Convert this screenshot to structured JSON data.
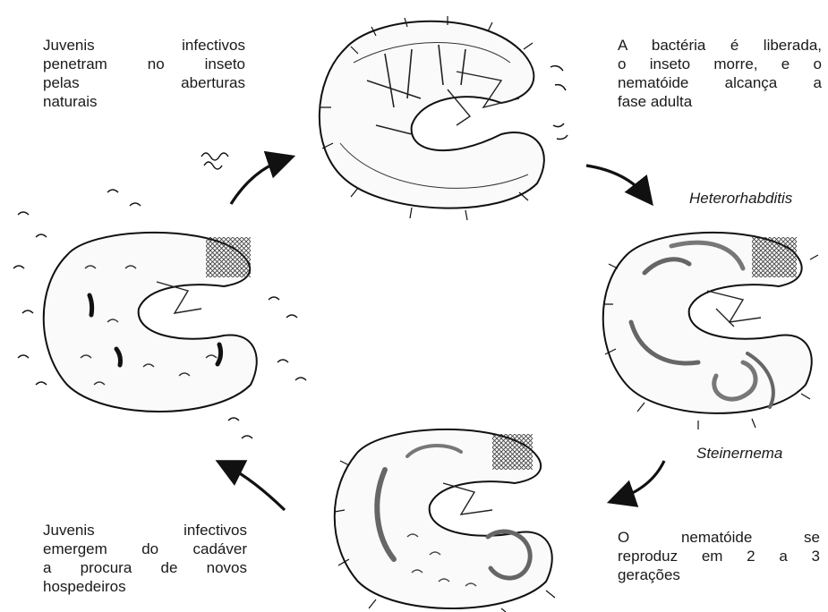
{
  "captions": {
    "penetrate": [
      "Juvenis infectivos",
      "penetram no inseto",
      "pelas aberturas",
      "naturais"
    ],
    "release": [
      "A bactéria é liberada,",
      "o inseto morre, e o",
      "nematóide alcança a",
      "fase adulta"
    ],
    "reproduce": [
      "O nematóide se",
      "reproduz em 2 a 3",
      "gerações"
    ],
    "emerge": [
      "Juvenis infectivos",
      "emergem do cadáver",
      "a procura de novos",
      "hospedeiros"
    ]
  },
  "genera": {
    "heterorhabditis": "Heterorhabditis",
    "steinernema": "Steinernema"
  },
  "stages": [
    "larva-with-emerging-juveniles",
    "infected-larva",
    "larva-with-adult-nematodes",
    "larva-with-reproducing-nematodes"
  ],
  "colors": {
    "ink": "#111111",
    "background": "#ffffff"
  }
}
